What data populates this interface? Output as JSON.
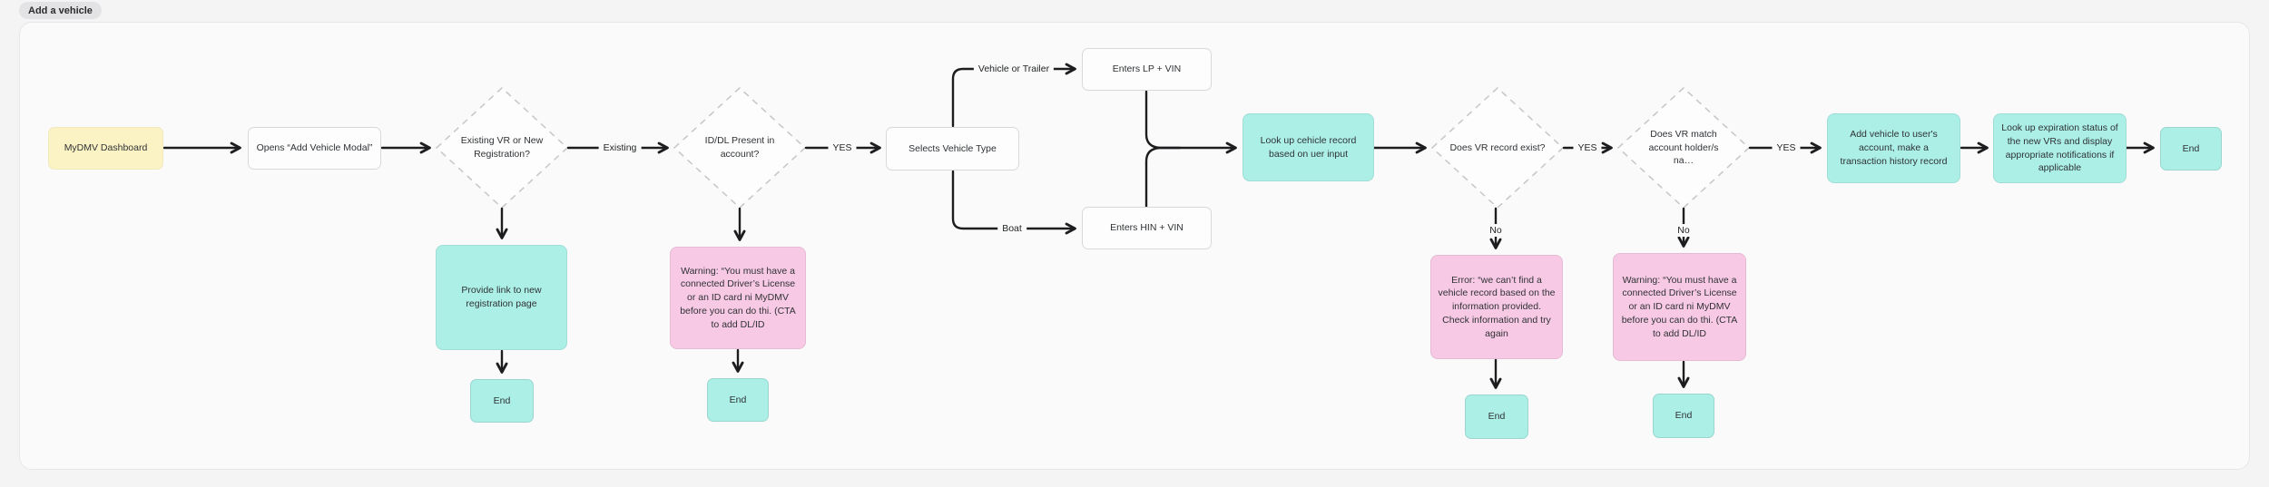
{
  "badge": "Add a vehicle",
  "colors": {
    "page_bg": "#f4f4f5",
    "canvas_bg": "#fafafa",
    "badge_bg": "#e3e3e5",
    "yellow_node": "#fbf3c4",
    "teal_node": "#acefe7",
    "pink_node": "#f7c9e5",
    "process_node_bg": "#fdfdfd",
    "process_node_border": "#d9d9d9",
    "diamond_border": "#c9c9c9",
    "arrow": "#1d1d1f"
  },
  "nodes": {
    "start": "MyDMV Dashboard",
    "opens_modal": "Opens “Add Vehicle Modal”",
    "existing_or_new": "Existing VR or New Registration?",
    "id_dl_present": "ID/DL Present in account?",
    "selects_type": "Selects Vehicle Type",
    "enters_lp": "Enters LP + VIN",
    "enters_hin": "Enters HIN + VIN",
    "lookup_record": "Look up cehicle record based on uer input",
    "vr_exists": "Does VR record exist?",
    "vr_match": "Does VR match account holder/s na…",
    "add_vehicle": "Add vehicle to user's account, make a transaction history record",
    "lookup_expiration": "Look up expiration status of the new VRs and display appropriate notifications if applicable",
    "end_main": "End",
    "provide_link": "Provide link to new registration page",
    "end_provide": "End",
    "warning_dl_1": "Warning: “You must have a connected Driver’s License or an ID card ni MyDMV before you can do thi. (CTA to add DL/ID",
    "end_warning_1": "End",
    "error_not_found": "Error:  “we can’t find a vehicle record based on the information provided. Check information and try again",
    "end_error": "End",
    "warning_dl_2": "Warning: “You must have a connected Driver’s License or an ID card ni MyDMV before you can do thi. (CTA to add DL/ID",
    "end_warning_2": "End"
  },
  "edge_labels": {
    "existing": "Existing",
    "yes_1": "YES",
    "vehicle_or_trailer": "Vehicle or Trailer",
    "boat": "Boat",
    "yes_2": "YES",
    "yes_3": "YES",
    "no_1": "No",
    "no_2": "No"
  }
}
